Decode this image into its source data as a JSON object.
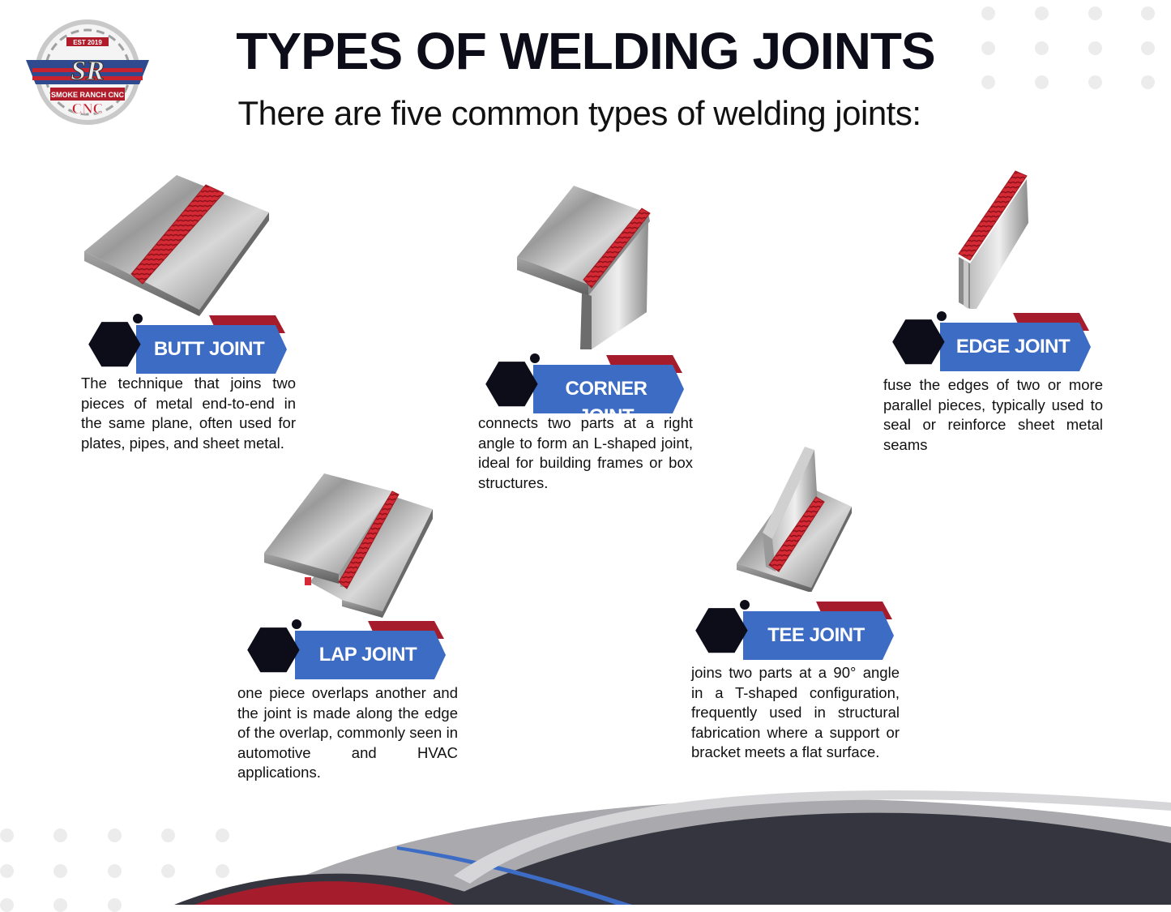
{
  "header": {
    "title": "TYPES OF WELDING JOINTS",
    "subtitle": "There are five common types of welding joints:"
  },
  "logo": {
    "est": "EST 2019",
    "initials": "SR",
    "name": "SMOKE RANCH CNC",
    "cnc": "CNC"
  },
  "joints": [
    {
      "label": "BUTT JOINT",
      "description": "The technique that joins two pieces of metal end-to-end in the same plane, often used for plates, pipes, and sheet metal."
    },
    {
      "label": "CORNER JOINT",
      "description": "connects two parts at a right angle to form an L-shaped joint, ideal for building frames or box structures."
    },
    {
      "label": "EDGE JOINT",
      "description": "fuse the edges of two or more parallel pieces, typically used to seal or reinforce sheet metal seams"
    },
    {
      "label": "LAP JOINT",
      "description": "one piece overlaps another and the joint is made along the edge of the overlap, commonly seen in automotive and HVAC applications."
    },
    {
      "label": "TEE JOINT",
      "description": "joins two parts at a 90° angle in a T-shaped configuration, frequently used in structural fabrication where a support or bracket meets a flat surface."
    }
  ],
  "colors": {
    "title": "#0d0d1a",
    "badge_blue": "#3c6cc4",
    "badge_red": "#a51d2d",
    "hexagon": "#0d0d1a",
    "weld": "#d42a35",
    "wave_dark": "#35353f"
  },
  "icons": [
    "logo-emblem",
    "hexagon-icon",
    "butt-joint-illustration",
    "corner-joint-illustration",
    "edge-joint-illustration",
    "lap-joint-illustration",
    "tee-joint-illustration"
  ]
}
